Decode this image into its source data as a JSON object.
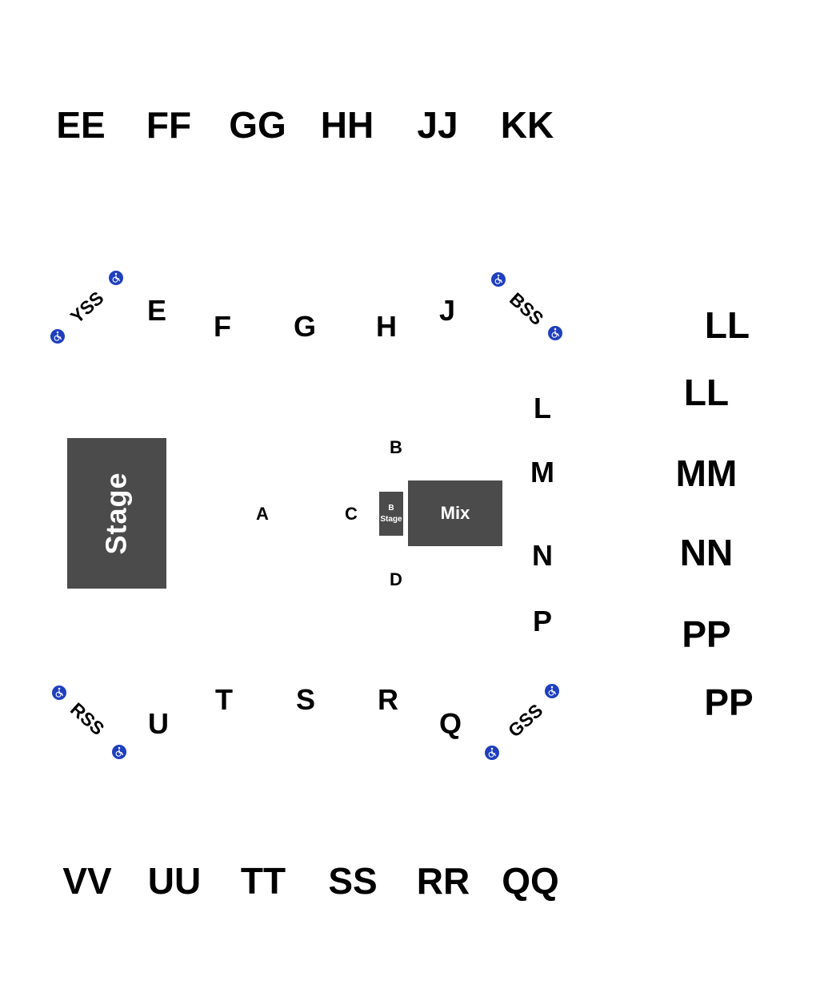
{
  "upper_top": [
    "EE",
    "FF",
    "GG",
    "HH",
    "JJ",
    "KK"
  ],
  "upper_bottom": [
    "VV",
    "UU",
    "TT",
    "SS",
    "RR",
    "QQ"
  ],
  "upper_right": [
    "LL",
    "LL",
    "MM",
    "NN",
    "PP",
    "PP"
  ],
  "lower_top": [
    "E",
    "F",
    "G",
    "H",
    "J"
  ],
  "lower_right": [
    "L",
    "M",
    "N",
    "P"
  ],
  "lower_bottom": [
    "U",
    "T",
    "S",
    "R",
    "Q"
  ],
  "floor": {
    "a": "A",
    "b": "B",
    "c": "C",
    "d": "D"
  },
  "ada": {
    "yss": "YSS",
    "bss": "BSS",
    "rss": "RSS",
    "gss": "GSS"
  },
  "stage": {
    "label": "Stage"
  },
  "mix": {
    "label": "Mix"
  },
  "b_stage": {
    "line1": "B",
    "line2": "Stage"
  },
  "icons": {
    "accessible": "wheelchair-icon"
  },
  "colors": {
    "block": "#4b4b4b",
    "accessible": "#1f3fbf",
    "text": "#000000",
    "background": "#ffffff"
  }
}
